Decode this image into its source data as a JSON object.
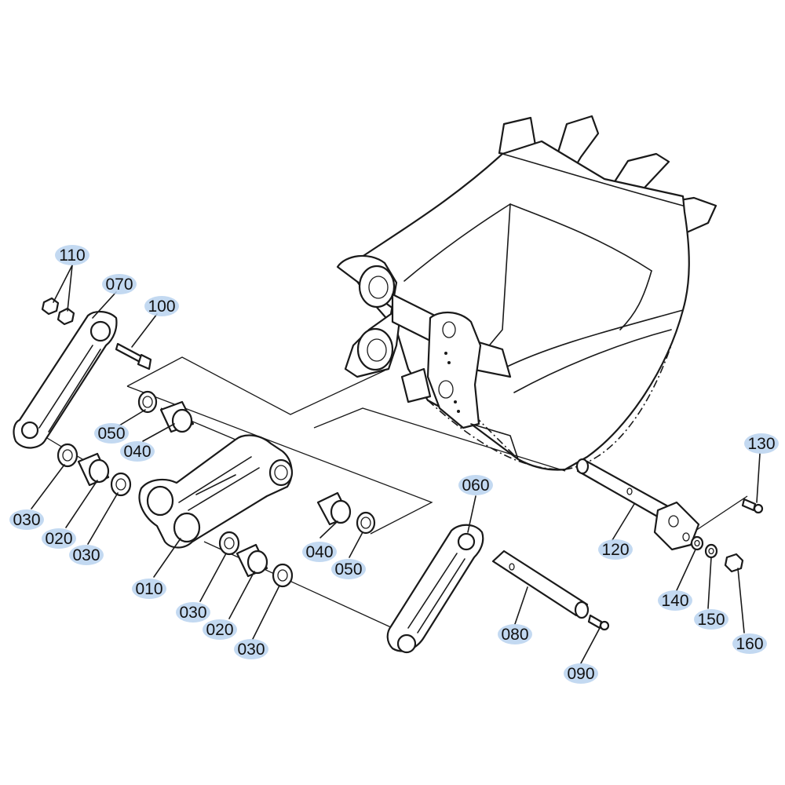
{
  "colors": {
    "label_highlight": "#b9d2ee",
    "line": "#1a1a1a",
    "background": "#ffffff"
  },
  "callouts": {
    "p010": "010",
    "p020a": "020",
    "p020b": "020",
    "p030a": "030",
    "p030b": "030",
    "p030c": "030",
    "p030d": "030",
    "p040a": "040",
    "p040b": "040",
    "p050a": "050",
    "p050b": "050",
    "p060": "060",
    "p070": "070",
    "p080": "080",
    "p090": "090",
    "p100": "100",
    "p110": "110",
    "p120": "120",
    "p130": "130",
    "p140": "140",
    "p150": "150",
    "p160": "160"
  }
}
